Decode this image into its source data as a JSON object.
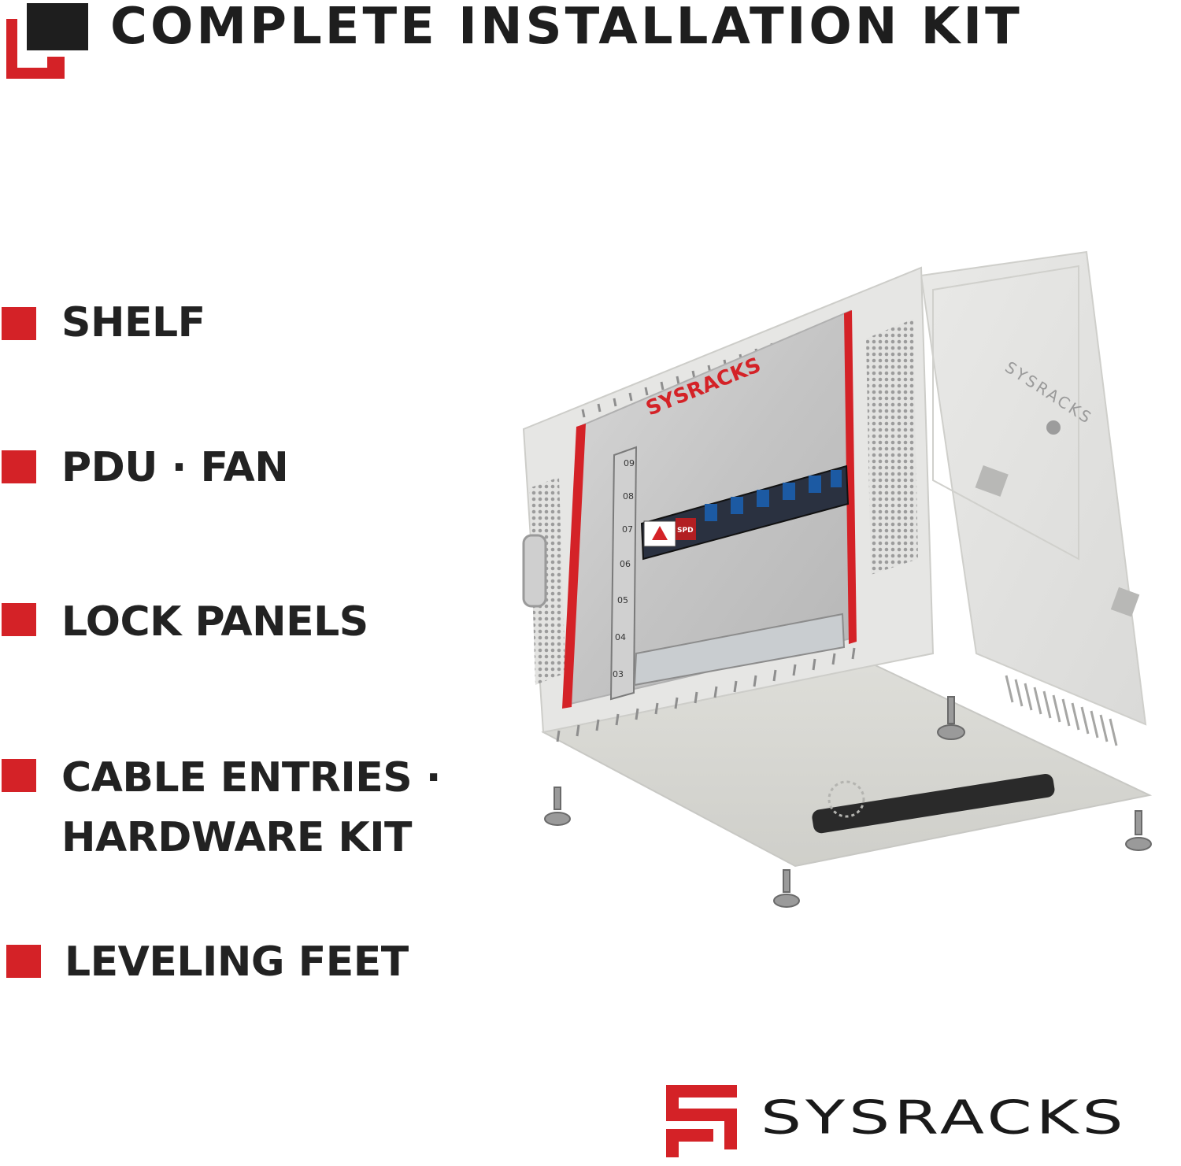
{
  "header": {
    "title": "COMPLETE INSTALLATION KIT"
  },
  "features": [
    {
      "line1": "SHELF"
    },
    {
      "line1": "PDU · FAN"
    },
    {
      "line1": "LOCK PANELS"
    },
    {
      "line1": "CABLE ENTRIES ·",
      "line2": "HARDWARE KIT"
    },
    {
      "line1": "LEVELING FEET"
    }
  ],
  "product": {
    "cabinet_brand": "SYSRACKS",
    "rack_units": [
      "09",
      "08",
      "07",
      "06",
      "05",
      "04",
      "03"
    ],
    "pdu_label": "SPD"
  },
  "brand": {
    "name": "SYSRACKS"
  },
  "colors": {
    "accent_red": "#d42227",
    "dark": "#1e1e1e",
    "cabinet_gray": "#e4e4e2"
  }
}
